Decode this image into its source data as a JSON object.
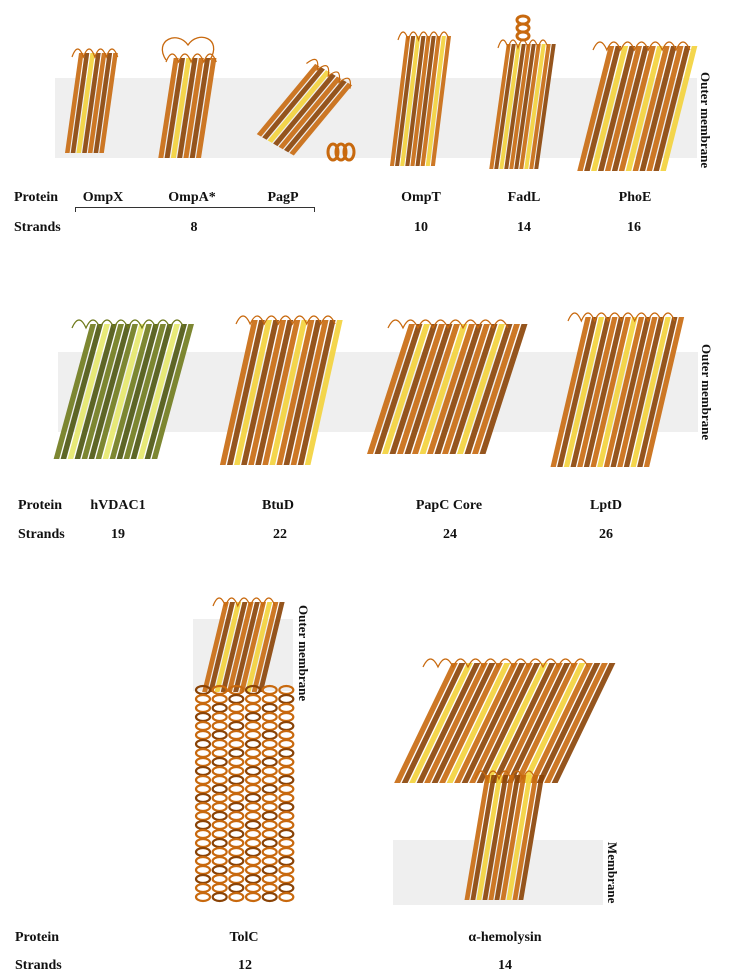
{
  "labels": {
    "protein": "Protein",
    "strands": "Strands",
    "outer_membrane": "Outer membrane",
    "membrane": "Membrane"
  },
  "panel1": {
    "proteins": [
      "OmpX",
      "OmpA*",
      "PagP",
      "OmpT",
      "FadL",
      "PhoE"
    ],
    "strands": [
      "8",
      "10",
      "14",
      "16"
    ]
  },
  "panel2": {
    "proteins": [
      "hVDAC1",
      "BtuD",
      "PapC Core",
      "LptD"
    ],
    "strands": [
      "19",
      "22",
      "24",
      "26"
    ]
  },
  "panel3": {
    "proteins": [
      "TolC",
      "α-hemolysin"
    ],
    "strands": [
      "12",
      "14"
    ]
  },
  "colors": {
    "barrel_orange": "#c8690e",
    "barrel_dark": "#8a4306",
    "highlight_yellow": "#f3d23a",
    "vdac_olive": "#6f7a1c",
    "vdac_yellow": "#e6e86a",
    "membrane_gray": "#efefef"
  }
}
